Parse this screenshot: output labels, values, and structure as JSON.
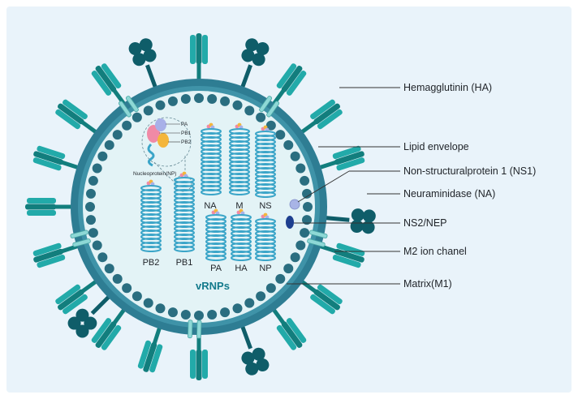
{
  "labels": {
    "ha": "Hemagglutinin (HA)",
    "lipid": "Lipid envelope",
    "ns1": "Non-structuralprotein 1 (NS1)",
    "na": "Neuraminidase (NA)",
    "ns2": "NS2/NEP",
    "m2": "M2 ion chanel",
    "m1": "Matrix(M1)"
  },
  "vrnps": "vRNPs",
  "inset": {
    "pa": "PA",
    "pb1": "PB1",
    "pb2": "PB2",
    "np": "Nucleoprotein(NP)"
  },
  "segments": {
    "pb2": "PB2",
    "pb1": "PB1",
    "na": "NA",
    "m": "M",
    "ns": "NS",
    "pa": "PA",
    "ha": "HA",
    "np": "NP"
  },
  "colors": {
    "panel": "#e9f3fa",
    "spike": "#22aaa9",
    "spike_dark": "#127e7d",
    "neuraminidase": "#0f5d69",
    "m2": "#8ed8d6",
    "envelope": "#2e7d93",
    "matrix": "#2a6e80",
    "interior": "#e3f3f6",
    "helix": "#3ba5c8"
  }
}
